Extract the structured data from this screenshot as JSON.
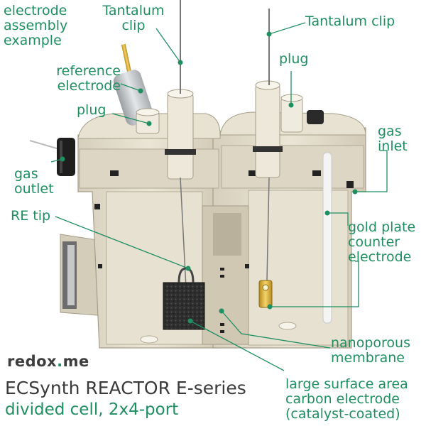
{
  "brand": {
    "prefix": "redox",
    "dot": ".",
    "suffix": "me"
  },
  "product": {
    "title": "ECSynth REACTOR E-series",
    "subtitle": "divided cell, 2x4-port"
  },
  "labels": {
    "assembly": "electrode\nassembly\nexample",
    "tantalum_left": "Tantalum\nclip",
    "tantalum_right": "Tantalum clip",
    "reference": "reference\nelectrode",
    "plug_left": "plug",
    "plug_right": "plug",
    "gas_outlet": "gas\noutlet",
    "gas_inlet": "gas\ninlet",
    "re_tip": "RE tip",
    "gold_plate": "gold plate\ncounter\nelectrode",
    "membrane": "nanoporous\nmembrane",
    "carbon": "large surface area\ncarbon electrode\n(catalyst-coated)"
  },
  "colors": {
    "accent": "#1f8f62",
    "body": "#e2dccb",
    "body_shade": "#c9c1ac",
    "text_dark": "#3a3a3a"
  }
}
